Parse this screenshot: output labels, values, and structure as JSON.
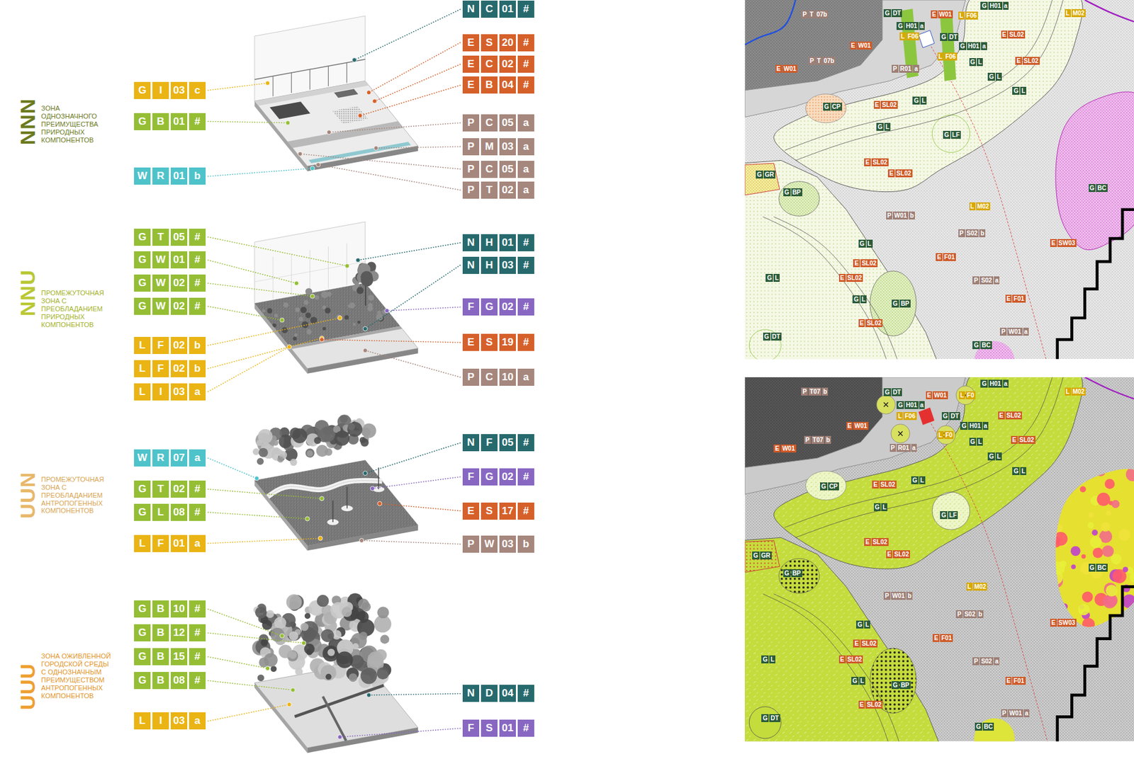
{
  "diagram": {
    "nodes": [
      {
        "text": [
          "G",
          "I",
          "03",
          "c"
        ]
      },
      {
        "text": [
          "G",
          "B",
          "01",
          "#"
        ]
      },
      {
        "text": [
          "W",
          "R",
          "01",
          "b"
        ]
      },
      {
        "text": [
          "N",
          "C",
          "01",
          "#"
        ]
      },
      {
        "text": [
          "E",
          "S",
          "20",
          "#"
        ]
      },
      {
        "text": [
          "E",
          "C",
          "02",
          "#"
        ]
      },
      {
        "text": [
          "E",
          "B",
          "04",
          "#"
        ]
      },
      {
        "text": [
          "P",
          "C",
          "05",
          "a"
        ]
      },
      {
        "text": [
          "P",
          "M",
          "03",
          "a"
        ]
      },
      {
        "text": [
          "P",
          "C",
          "05",
          "a"
        ]
      },
      {
        "text": [
          "P",
          "T",
          "02",
          "a"
        ]
      },
      {
        "text": [
          "G",
          "T",
          "05",
          "#"
        ]
      },
      {
        "text": [
          "G",
          "W",
          "01",
          "#"
        ]
      },
      {
        "text": [
          "G",
          "W",
          "02",
          "#"
        ]
      },
      {
        "text": [
          "G",
          "W",
          "02",
          "#"
        ]
      },
      {
        "text": [
          "L",
          "F",
          "02",
          "b"
        ]
      },
      {
        "text": [
          "L",
          "F",
          "02",
          "b"
        ]
      },
      {
        "text": [
          "L",
          "I",
          "03",
          "a"
        ]
      },
      {
        "text": [
          "N",
          "H",
          "01",
          "#"
        ]
      },
      {
        "text": [
          "N",
          "H",
          "03",
          "#"
        ]
      },
      {
        "text": [
          "F",
          "G",
          "02",
          "#"
        ]
      },
      {
        "text": [
          "E",
          "S",
          "19",
          "#"
        ]
      },
      {
        "text": [
          "P",
          "C",
          "10",
          "a"
        ]
      },
      {
        "text": [
          "W",
          "R",
          "07",
          "a"
        ]
      },
      {
        "text": [
          "G",
          "T",
          "02",
          "#"
        ]
      },
      {
        "text": [
          "G",
          "L",
          "08",
          "#"
        ]
      },
      {
        "text": [
          "L",
          "F",
          "01",
          "a"
        ]
      },
      {
        "text": [
          "N",
          "F",
          "05",
          "#"
        ]
      },
      {
        "text": [
          "F",
          "G",
          "02",
          "#"
        ]
      },
      {
        "text": [
          "E",
          "S",
          "17",
          "#"
        ]
      },
      {
        "text": [
          "P",
          "W",
          "03",
          "b"
        ]
      },
      {
        "text": [
          "G",
          "B",
          "10",
          "#"
        ]
      },
      {
        "text": [
          "G",
          "B",
          "12",
          "#"
        ]
      },
      {
        "text": [
          "G",
          "B",
          "15",
          "#"
        ]
      },
      {
        "text": [
          "G",
          "B",
          "08",
          "#"
        ]
      },
      {
        "text": [
          "L",
          "I",
          "03",
          "a"
        ]
      },
      {
        "text": [
          "N",
          "D",
          "04",
          "#"
        ]
      },
      {
        "text": [
          "F",
          "S",
          "01",
          "#"
        ]
      },
      {
        "text": [
          "P",
          "T",
          "07b"
        ]
      },
      {
        "text": [
          "G",
          "DT"
        ]
      },
      {
        "text": [
          "E",
          "W01"
        ]
      },
      {
        "text": [
          "L",
          "F06"
        ]
      },
      {
        "text": [
          "G",
          "H01",
          "a"
        ]
      },
      {
        "text": [
          "L",
          "M02"
        ]
      },
      {
        "text": [
          "G",
          "H01",
          "a"
        ]
      },
      {
        "text": [
          "L",
          "F06"
        ]
      },
      {
        "text": [
          "G",
          "DT"
        ]
      },
      {
        "text": [
          "G",
          "H01",
          "a"
        ]
      },
      {
        "text": [
          "L",
          "F06"
        ]
      },
      {
        "text": [
          "E",
          "SL02"
        ]
      },
      {
        "text": [
          "E",
          "W01"
        ]
      },
      {
        "text": [
          "P",
          "T",
          "07b"
        ]
      },
      {
        "text": [
          "E",
          "W01"
        ]
      },
      {
        "text": [
          "P",
          "R01",
          "a"
        ]
      },
      {
        "text": [
          "G",
          "L"
        ]
      },
      {
        "text": [
          "E",
          "SL02"
        ]
      },
      {
        "text": [
          "G",
          "L"
        ]
      },
      {
        "text": [
          "G",
          "CP"
        ]
      },
      {
        "text": [
          "E",
          "SL02"
        ]
      },
      {
        "text": [
          "G",
          "L"
        ]
      },
      {
        "text": [
          "G",
          "L"
        ]
      },
      {
        "text": [
          "G",
          "L"
        ]
      },
      {
        "text": [
          "G",
          "LF"
        ]
      },
      {
        "text": [
          "E",
          "SL02"
        ]
      },
      {
        "text": [
          "E",
          "SL02"
        ]
      },
      {
        "text": [
          "G",
          "GR"
        ]
      },
      {
        "text": [
          "G",
          "BP"
        ]
      },
      {
        "text": [
          "G",
          "BC"
        ]
      },
      {
        "text": [
          "L",
          "M02"
        ]
      },
      {
        "text": [
          "P",
          "W01",
          "b"
        ]
      },
      {
        "text": [
          "P",
          "S02",
          "b"
        ]
      },
      {
        "text": [
          "E",
          "SW03"
        ]
      },
      {
        "text": [
          "G",
          "L"
        ]
      },
      {
        "text": [
          "E",
          "F01"
        ]
      },
      {
        "text": [
          "E",
          "SL02"
        ]
      },
      {
        "text": [
          "G",
          "L"
        ]
      },
      {
        "text": [
          "E",
          "SL02"
        ]
      },
      {
        "text": [
          "P",
          "S02",
          "a"
        ]
      },
      {
        "text": [
          "E",
          "F01"
        ]
      },
      {
        "text": [
          "G",
          "L"
        ]
      },
      {
        "text": [
          "G",
          "BP"
        ]
      },
      {
        "text": [
          "E",
          "SL02"
        ]
      },
      {
        "text": [
          "P",
          "W01",
          "a"
        ]
      },
      {
        "text": [
          "G",
          "DT"
        ]
      },
      {
        "text": [
          "G",
          "BC"
        ]
      },
      {
        "text": [
          "P",
          "T07",
          "b"
        ]
      },
      {
        "text": [
          "G",
          "DT"
        ]
      },
      {
        "text": [
          "E",
          "W01"
        ]
      },
      {
        "text": [
          "L",
          "F0"
        ]
      },
      {
        "text": [
          "G",
          "H01",
          "a"
        ]
      },
      {
        "text": [
          "L",
          "M02"
        ]
      },
      {
        "text": [
          "G",
          "H01",
          "a"
        ]
      },
      {
        "text": [
          "L",
          "F06"
        ]
      },
      {
        "text": [
          "G",
          "DT"
        ]
      },
      {
        "text": [
          "G",
          "H01",
          "a"
        ]
      },
      {
        "text": [
          "L",
          "F0"
        ]
      },
      {
        "text": [
          "E",
          "SL02"
        ]
      },
      {
        "text": [
          "E",
          "W01"
        ]
      },
      {
        "text": [
          "P",
          "T07",
          "b"
        ]
      },
      {
        "text": [
          "E",
          "W01"
        ]
      },
      {
        "text": [
          "P",
          "R01",
          "a"
        ]
      },
      {
        "text": [
          "G",
          "L"
        ]
      },
      {
        "text": [
          "E",
          "SL02"
        ]
      },
      {
        "text": [
          "G",
          "L"
        ]
      },
      {
        "text": [
          "G",
          "CP"
        ]
      },
      {
        "text": [
          "E",
          "SL02"
        ]
      },
      {
        "text": [
          "G",
          "L"
        ]
      },
      {
        "text": [
          "G",
          "L"
        ]
      },
      {
        "text": [
          "G",
          "L"
        ]
      },
      {
        "text": [
          "G",
          "LF"
        ]
      },
      {
        "text": [
          "E",
          "SL02"
        ]
      },
      {
        "text": [
          "E",
          "SL02"
        ]
      },
      {
        "text": [
          "G",
          "GR"
        ]
      },
      {
        "text": [
          "G",
          "BP"
        ]
      },
      {
        "text": [
          "G",
          "BC"
        ]
      },
      {
        "text": [
          "L",
          "M02"
        ]
      },
      {
        "text": [
          "P",
          "W01",
          "b"
        ]
      },
      {
        "text": [
          "P",
          "S02",
          "b"
        ]
      },
      {
        "text": [
          "E",
          "SW03"
        ]
      },
      {
        "text": [
          "G",
          "L"
        ]
      },
      {
        "text": [
          "E",
          "F01"
        ]
      },
      {
        "text": [
          "E",
          "SL02"
        ]
      },
      {
        "text": [
          "G",
          "L"
        ]
      },
      {
        "text": [
          "E",
          "SL02"
        ]
      },
      {
        "text": [
          "P",
          "S02",
          "a"
        ]
      },
      {
        "text": [
          "E",
          "F01"
        ]
      },
      {
        "text": [
          "G",
          "L"
        ]
      },
      {
        "text": [
          "G",
          "BP"
        ]
      },
      {
        "text": [
          "E",
          "SL02"
        ]
      },
      {
        "text": [
          "P",
          "W01",
          "a"
        ]
      },
      {
        "text": [
          "G",
          "DT"
        ]
      },
      {
        "text": [
          "G",
          "BC"
        ]
      }
    ],
    "labels": [
      "NNN",
      "ЗОНА ОДНОЗНАЧНОГО ПРЕИМУЩЕСТВА ПРИРОДНЫХ КОМПОНЕНТОВ",
      "NNU",
      "ПРОМЕЖУТОЧНАЯ ЗОНА С ПРЕОБЛАДАНИЕМ ПРИРОДНЫХ КОМПОНЕНТОВ",
      "UUN",
      "ПРОМЕЖУТОЧНАЯ ЗОНА С ПРЕОБЛАДАНИЕМ АНТРОПОГЕННЫХ КОМПОНЕНТОВ",
      "UUU",
      "ЗОНА ОЖИВЛЕННОЙ ГОРОДСКОЙ СРЕДЫ С ОДНОЗНАЧНЫМ ПРЕИМУЩЕСТВОМ АНТРОПОГЕННЫХ КОМПОНЕНТОВ"
    ]
  }
}
